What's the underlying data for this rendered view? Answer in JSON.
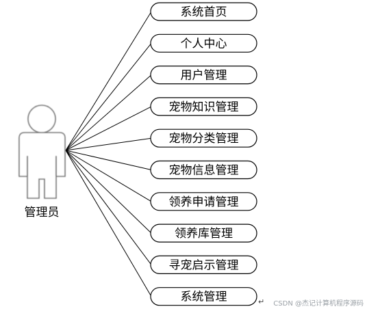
{
  "actor": {
    "label": "管理员"
  },
  "use_cases": [
    {
      "label": "系统首页"
    },
    {
      "label": "个人中心"
    },
    {
      "label": "用户管理"
    },
    {
      "label": "宠物知识管理"
    },
    {
      "label": "宠物分类管理"
    },
    {
      "label": "宠物信息管理"
    },
    {
      "label": "领养申请管理"
    },
    {
      "label": "领养库管理"
    },
    {
      "label": "寻宠启示管理"
    },
    {
      "label": "系统管理"
    }
  ],
  "paragraph_mark": "↵",
  "watermark": "CSDN @杰记计算机程序源码",
  "colors": {
    "stroke": "#000000",
    "actor_stroke": "#6f6f6f",
    "watermark": "#9aa0a6"
  }
}
